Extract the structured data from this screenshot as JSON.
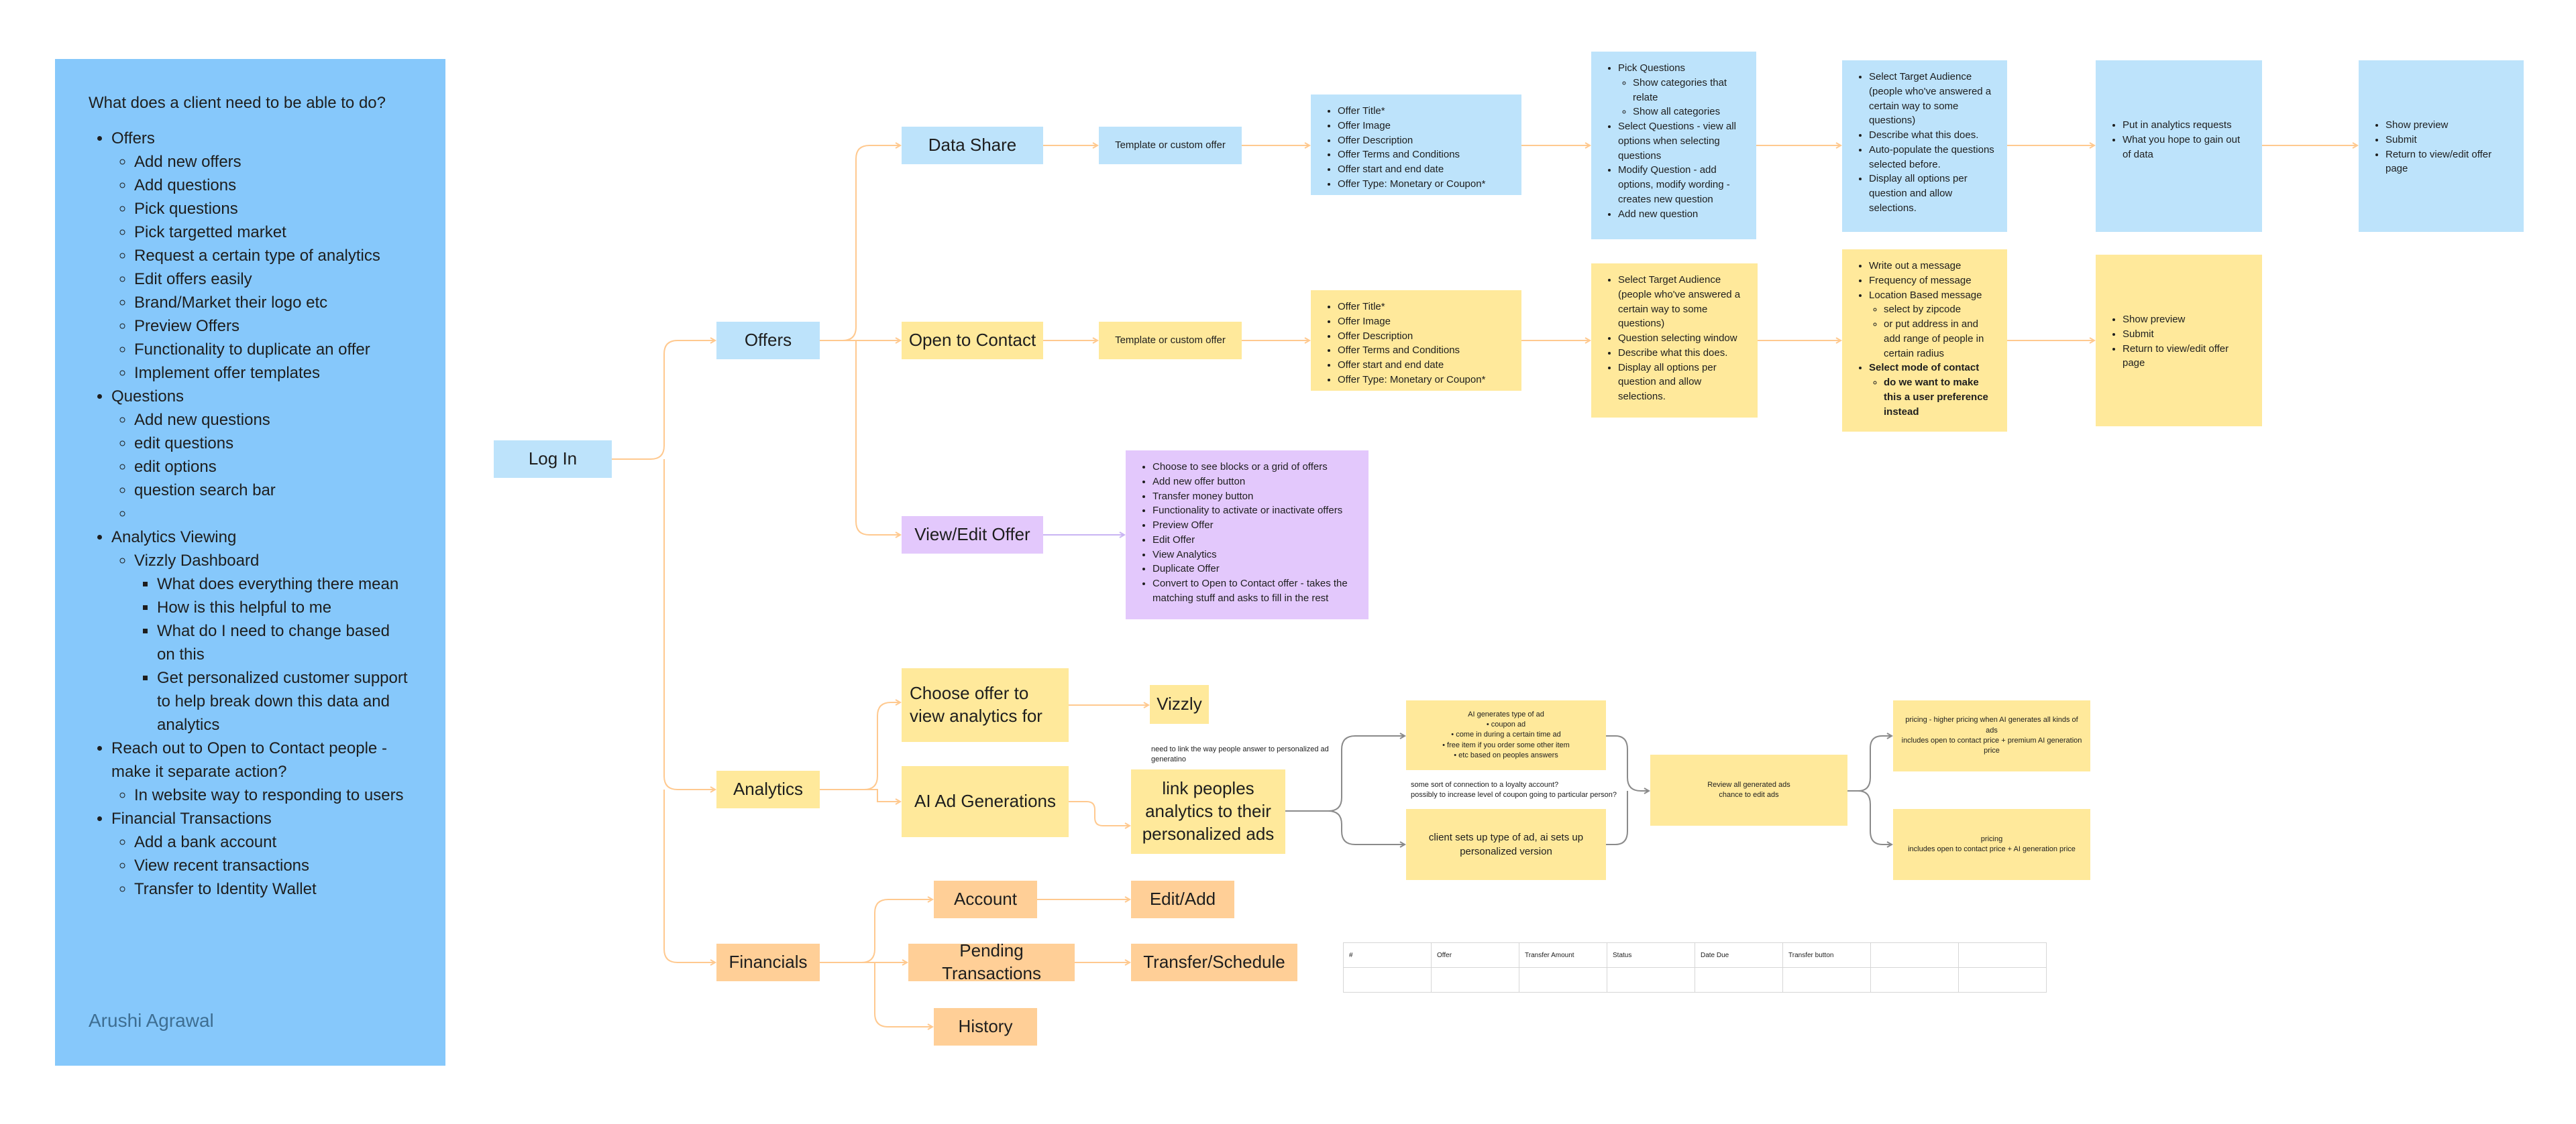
{
  "sidebar": {
    "question": "What does a client need to be able to do?",
    "items": [
      {
        "label": "Offers",
        "children": [
          {
            "label": "Add new offers"
          },
          {
            "label": "Add questions"
          },
          {
            "label": "Pick questions"
          },
          {
            "label": "Pick targetted market"
          },
          {
            "label": "Request a certain type of analytics"
          },
          {
            "label": "Edit offers easily"
          },
          {
            "label": "Brand/Market their logo etc"
          },
          {
            "label": "Preview Offers"
          },
          {
            "label": "Functionality to duplicate an offer"
          },
          {
            "label": "Implement offer templates"
          }
        ]
      },
      {
        "label": "Questions",
        "children": [
          {
            "label": "Add new questions"
          },
          {
            "label": "edit questions"
          },
          {
            "label": "edit options"
          },
          {
            "label": "question search bar"
          },
          {
            "label": ""
          }
        ]
      },
      {
        "label": "Analytics Viewing",
        "children": [
          {
            "label": "Vizzly Dashboard",
            "children": [
              {
                "label": "What does everything there mean"
              },
              {
                "label": "How is this helpful to me"
              },
              {
                "label": "What do I need to change based on this"
              },
              {
                "label": "Get personalized customer support to help break down this data and analytics"
              }
            ]
          }
        ]
      },
      {
        "label": "Reach out to Open to Contact people - make it separate action?",
        "children": [
          {
            "label": "In website way to responding to users"
          }
        ]
      },
      {
        "label": "Financial Transactions",
        "children": [
          {
            "label": "Add a bank account"
          },
          {
            "label": "View recent transactions"
          },
          {
            "label": "Transfer to Identity Wallet"
          }
        ]
      }
    ],
    "author": "Arushi Agrawal"
  },
  "nodes": {
    "login": "Log In",
    "offers": "Offers",
    "analytics": "Analytics",
    "financials": "Financials",
    "data_share": "Data Share",
    "open_to_contact": "Open to Contact",
    "view_edit_offer": "View/Edit Offer",
    "template_ds": "Template or custom offer",
    "template_otc": "Template or custom offer",
    "choose_offer": "Choose offer to view analytics for",
    "vizzly": "Vizzly",
    "ai_ad": "AI Ad Generations",
    "link_peoples": "link peoples analytics to their personalized ads",
    "account": "Account",
    "pending": "Pending Transactions",
    "history": "History",
    "edit_add": "Edit/Add",
    "transfer_schedule": "Transfer/Schedule"
  },
  "boxes": {
    "ds_offer": [
      {
        "t": "Offer Title*"
      },
      {
        "t": "Offer Image"
      },
      {
        "t": "Offer Description"
      },
      {
        "t": "Offer Terms and Conditions"
      },
      {
        "t": "Offer start and end date"
      },
      {
        "t": "Offer Type: Monetary or Coupon*"
      }
    ],
    "ds_questions": [
      {
        "t": "Pick Questions",
        "c": [
          {
            "t": "Show categories that relate"
          },
          {
            "t": "Show all categories"
          }
        ]
      },
      {
        "t": "Select Questions - view all options when selecting questions"
      },
      {
        "t": "Modify Question - add options, modify wording - creates new question"
      },
      {
        "t": "Add new question"
      }
    ],
    "ds_audience": [
      {
        "t": "Select Target Audience (people who've answered a certain way to some questions)"
      },
      {
        "t": "Describe what this does."
      },
      {
        "t": "Auto-populate the questions selected before."
      },
      {
        "t": "Display all options per question and allow selections."
      }
    ],
    "ds_analytics_req": [
      {
        "t": "Put in analytics requests"
      },
      {
        "t": "What you hope to gain out of data"
      }
    ],
    "ds_preview": [
      {
        "t": "Show preview"
      },
      {
        "t": "Submit"
      },
      {
        "t": "Return to view/edit offer page"
      }
    ],
    "otc_offer": [
      {
        "t": "Offer Title*"
      },
      {
        "t": "Offer Image"
      },
      {
        "t": "Offer Description"
      },
      {
        "t": "Offer Terms and Conditions"
      },
      {
        "t": "Offer start and end date"
      },
      {
        "t": "Offer Type: Monetary or Coupon*"
      }
    ],
    "otc_audience": [
      {
        "t": "Select Target Audience (people who've answered a certain way to some questions)"
      },
      {
        "t": "Question selecting window"
      },
      {
        "t": "Describe what this does."
      },
      {
        "t": "Display all options per question and allow selections."
      }
    ],
    "otc_message": [
      {
        "t": "Write out a message"
      },
      {
        "t": "Frequency of message"
      },
      {
        "t": "Location Based message",
        "c": [
          {
            "t": "select by zipcode"
          },
          {
            "t": "or put address in and add range of people in certain radius"
          }
        ]
      },
      {
        "t": "Select mode of contact",
        "bold": true,
        "c": [
          {
            "t": "do we want to make this a user preference instead",
            "bold": true
          }
        ]
      }
    ],
    "otc_preview": [
      {
        "t": "Show preview"
      },
      {
        "t": "Submit"
      },
      {
        "t": "Return to view/edit offer page"
      }
    ],
    "view_edit": [
      {
        "t": "Choose to see blocks or a grid of offers"
      },
      {
        "t": "Add new offer button"
      },
      {
        "t": "Transfer money button"
      },
      {
        "t": "Functionality to activate or inactivate offers"
      },
      {
        "t": "Preview Offer"
      },
      {
        "t": "Edit Offer"
      },
      {
        "t": "View Analytics"
      },
      {
        "t": "Duplicate Offer"
      },
      {
        "t": "Convert to Open to Contact offer - takes the matching stuff and asks to fill in the rest"
      }
    ]
  },
  "ai": {
    "note_link": "need to link the way people answer to personalized ad generatino",
    "note_loyalty": [
      "some sort of connection to a loyalty account?",
      "possibly to increase level of coupon going to particular person?"
    ],
    "ai_type": [
      "AI generates type of ad",
      "• coupon ad",
      "• come in during a certain time ad",
      "• free item if you order some other item",
      "• etc based on peoples answers"
    ],
    "client_type": "client sets up type of ad, ai sets up personalized version",
    "review": [
      "Review all generated ads",
      "chance to edit ads"
    ],
    "pricing1": [
      "pricing - higher pricing when AI generates all kinds of ads",
      "includes open to contact price + premium AI generation price"
    ],
    "pricing2": [
      "pricing",
      "includes open to contact price + AI generation price"
    ]
  },
  "table": {
    "headers": [
      "#",
      "Offer",
      "Transfer Amount",
      "Status",
      "Date Due",
      "Transfer button",
      "",
      ""
    ],
    "rows": [
      [
        "",
        "",
        "",
        "",
        "",
        "",
        "",
        ""
      ]
    ]
  },
  "colors": {
    "blue": "#bde3fb",
    "yellow": "#ffe99b",
    "orange": "#ffcf97",
    "purple": "#e3c8fc",
    "sidebar": "#86c8fb",
    "connector_orange": "#ffc98f",
    "connector_gray": "#8a8a8a",
    "connector_purple": "#c9b4f3"
  }
}
